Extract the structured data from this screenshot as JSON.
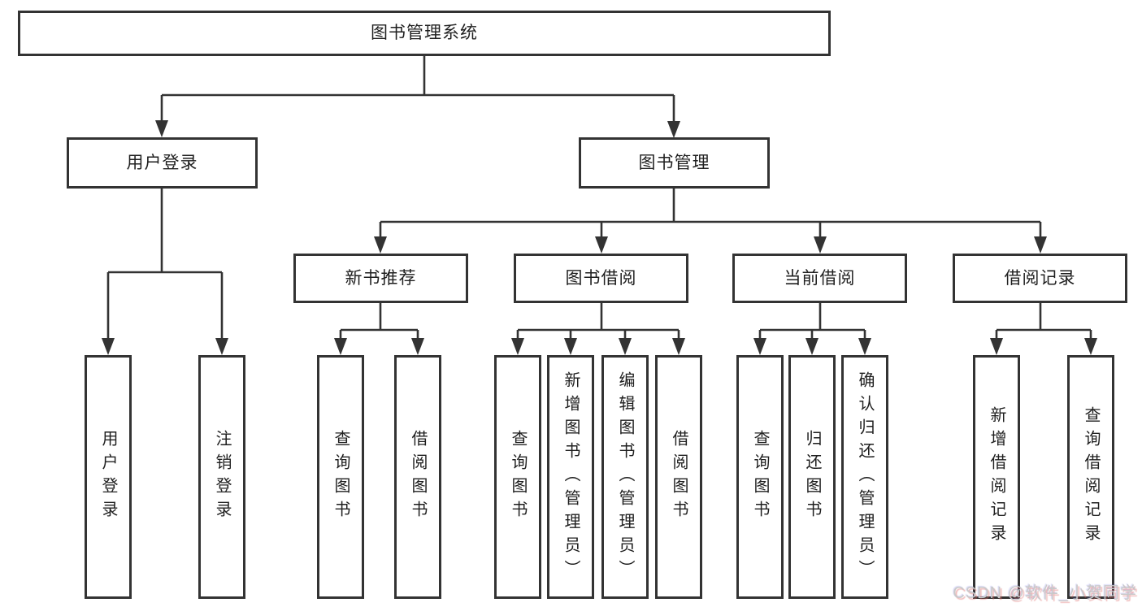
{
  "tree": {
    "root": {
      "label": "图书管理系统",
      "children": [
        {
          "label": "用户登录",
          "children": [
            {
              "label": "用户登录"
            },
            {
              "label": "注销登录"
            }
          ]
        },
        {
          "label": "图书管理",
          "children": [
            {
              "label": "新书推荐",
              "children": [
                {
                  "label": "查询图书"
                },
                {
                  "label": "借阅图书"
                }
              ]
            },
            {
              "label": "图书借阅",
              "children": [
                {
                  "label": "查询图书"
                },
                {
                  "label": "新增图书（管理员）"
                },
                {
                  "label": "编辑图书（管理员）"
                },
                {
                  "label": "借阅图书"
                }
              ]
            },
            {
              "label": "当前借阅",
              "children": [
                {
                  "label": "查询图书"
                },
                {
                  "label": "归还图书"
                },
                {
                  "label": "确认归还（管理员）"
                }
              ]
            },
            {
              "label": "借阅记录",
              "children": [
                {
                  "label": "新增借阅记录"
                },
                {
                  "label": "查询借阅记录"
                }
              ]
            }
          ]
        }
      ]
    }
  },
  "watermark": {
    "text": "CSDN @软件_小贺同学"
  },
  "colors": {
    "line": "#333333",
    "box_border": "#333333",
    "box_fill": "#ffffff",
    "text": "#1f1f1f",
    "background": "#ffffff",
    "watermark_text": "#c9c9c9",
    "watermark_glow": "#de6868"
  }
}
